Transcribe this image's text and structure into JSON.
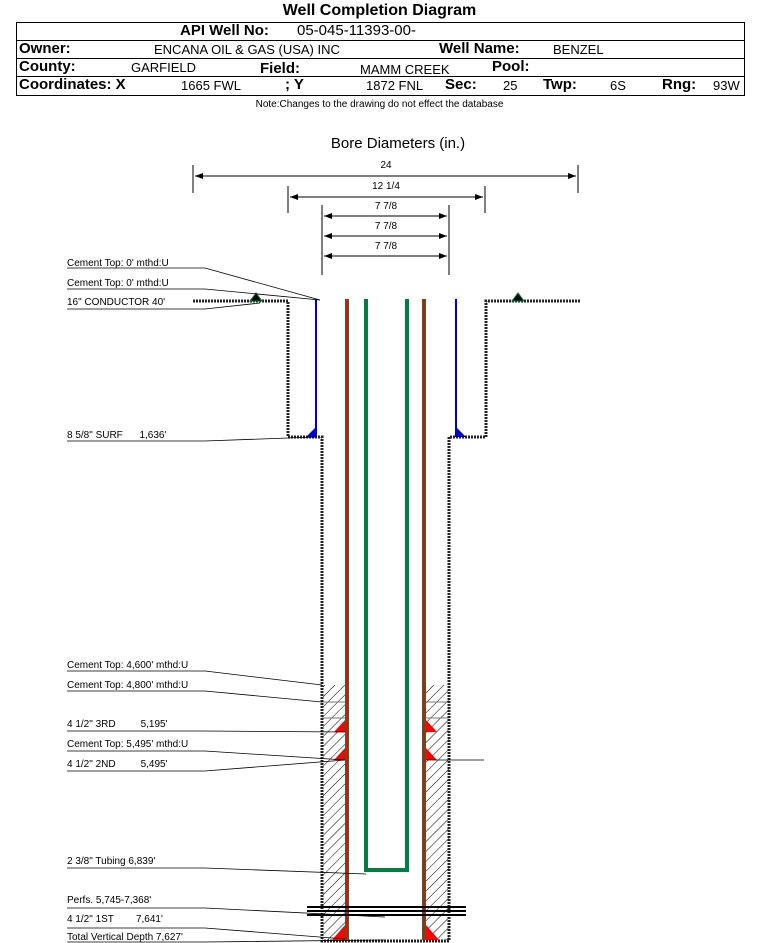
{
  "title": "Well Completion Diagram",
  "header": {
    "api_label": "API Well No:",
    "api": "05-045-11393-00-",
    "owner_label": "Owner:",
    "owner": "ENCANA OIL & GAS (USA) INC",
    "well_name_label": "Well Name:",
    "well_name": "BENZEL",
    "county_label": "County:",
    "county": "GARFIELD",
    "field_label": "Field:",
    "field": "MAMM CREEK",
    "pool_label": "Pool:",
    "coord_x_label": "Coordinates: X",
    "coord_x": "1665 FWL",
    "coord_y_label": "; Y",
    "coord_y": "1872 FNL",
    "sec_label": "Sec:",
    "sec": "25",
    "twp_label": "Twp:",
    "twp": "6S",
    "rng_label": "Rng:",
    "rng": "93W"
  },
  "note": "Note:Changes to the drawing do not effect the database",
  "diagram": {
    "bore_title": "Bore Diameters (in.)",
    "bores": [
      "24",
      "12 1/4",
      "7 7/8",
      "7 7/8",
      "7 7/8"
    ],
    "labels": [
      "Cement Top: 0' mthd:U",
      "Cement Top: 0' mthd:U",
      "16\" CONDUCTOR  40'",
      "8 5/8\" SURF      1,636'",
      "Cement Top: 4,600' mthd:U",
      "Cement Top: 4,800' mthd:U",
      "4 1/2\" 3RD         5,195'",
      "Cement Top: 5,495' mthd:U",
      "4 1/2\" 2ND         5,495'",
      "2 3/8\" Tubing 6,839'",
      "Perfs. 5,745-7,368'",
      "4 1/2\" 1ST        7,641'",
      "Total Vertical Depth 7,627'"
    ]
  },
  "colors": {
    "surface_casing": "#0000cc",
    "production_casing": "#ff0000",
    "tubing": "#008040"
  }
}
